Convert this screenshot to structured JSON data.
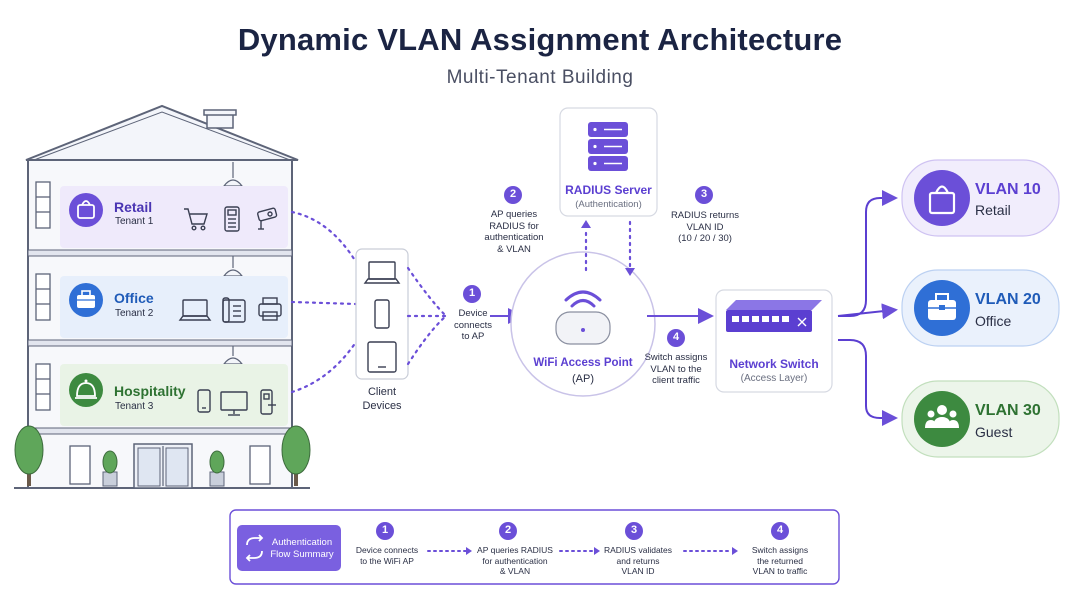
{
  "title": "Dynamic VLAN Assignment Architecture",
  "subtitle": "Multi-Tenant Building",
  "tenants": [
    {
      "name": "Retail",
      "sub": "Tenant 1",
      "color": "#6b4fd8",
      "bg": "#efeafb"
    },
    {
      "name": "Office",
      "sub": "Tenant 2",
      "color": "#2f6fd6",
      "bg": "#e7effb"
    },
    {
      "name": "Hospitality",
      "sub": "Tenant 3",
      "color": "#3d8a40",
      "bg": "#e9f3e6"
    }
  ],
  "client_devices": "Client\nDevices",
  "radius": {
    "name": "RADIUS Server",
    "sub": "(Authentication)"
  },
  "ap": {
    "name": "WiFi Access Point",
    "sub": "(AP)"
  },
  "switch": {
    "name": "Network Switch",
    "sub": "(Access Layer)"
  },
  "steps": [
    {
      "num": "1",
      "text": "Device\nconnects\nto AP"
    },
    {
      "num": "2",
      "text": "AP queries\nRADIUS for\nauthentication\n& VLAN"
    },
    {
      "num": "3",
      "text": "RADIUS returns\nVLAN ID\n(10 / 20 / 30)"
    },
    {
      "num": "4",
      "text": "Switch assigns\nVLAN to the\nclient traffic"
    }
  ],
  "vlans": [
    {
      "name": "VLAN 10",
      "sub": "Retail",
      "color": "#6b4fd8",
      "bg": "#f1edfc",
      "border": "#cfc3f2"
    },
    {
      "name": "VLAN 20",
      "sub": "Office",
      "color": "#2f6fd6",
      "bg": "#eaf1fc",
      "border": "#bcd1f2"
    },
    {
      "name": "VLAN 30",
      "sub": "Guest",
      "color": "#3d8a40",
      "bg": "#ecf5ea",
      "border": "#c2dfbd"
    }
  ],
  "flow_summary": {
    "label": "Authentication\nFlow Summary",
    "steps": [
      {
        "num": "1",
        "text": "Device connects\nto the WiFi AP"
      },
      {
        "num": "2",
        "text": "AP queries RADIUS\nfor authentication\n& VLAN"
      },
      {
        "num": "3",
        "text": "RADIUS validates\nand returns\nVLAN ID"
      },
      {
        "num": "4",
        "text": "Switch assigns\nthe returned\nVLAN to traffic"
      }
    ]
  },
  "colors": {
    "accent": "#6b4fd8",
    "dark": "#1b2443"
  }
}
